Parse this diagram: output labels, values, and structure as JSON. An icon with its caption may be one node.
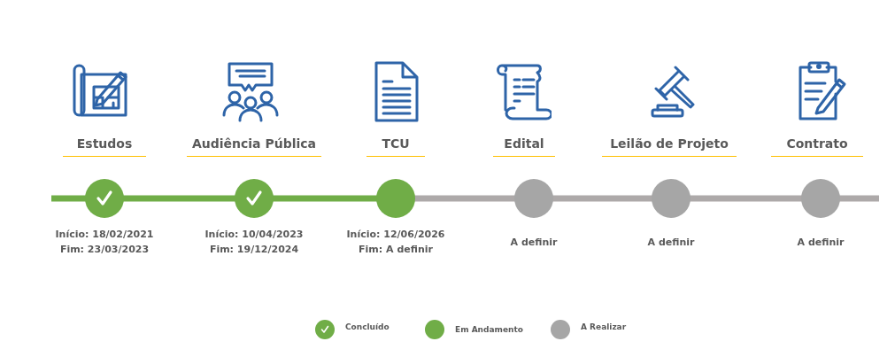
{
  "diagram": {
    "nodes": [
      {
        "text": [],
        "shape": "circle",
        "beside": [
          "Estudos",
          "Início: 18/02/2021",
          "Fim: 23/03/2023"
        ]
      },
      {
        "text": [],
        "shape": "circle",
        "beside": [
          "Audiência Pública",
          "Início: 10/04/2023",
          "Fim: 19/12/2024"
        ]
      },
      {
        "text": [],
        "shape": "circle",
        "beside": [
          "TCU",
          "Início: 12/06/2026",
          "Fim: A definir"
        ]
      },
      {
        "text": [],
        "shape": "circle",
        "beside": [
          "Edital",
          "A definir"
        ]
      },
      {
        "text": [],
        "shape": "circle",
        "beside": [
          "Leilão de Projeto",
          "A definir"
        ]
      },
      {
        "text": [],
        "shape": "circle",
        "beside": [
          "Contrato",
          "A definir"
        ]
      }
    ],
    "edges": [
      {
        "from": null,
        "to": 0,
        "arrow": "none",
        "color": "#70ad47"
      },
      {
        "from": 0,
        "to": 1,
        "arrow": "none",
        "color": "#70ad47"
      },
      {
        "from": 1,
        "to": 2,
        "arrow": "none",
        "color": "#70ad47"
      },
      {
        "from": 2,
        "to": 3,
        "arrow": "none"
      },
      {
        "from": 3,
        "to": 4,
        "arrow": "none"
      },
      {
        "from": 4,
        "to": 5,
        "arrow": "none"
      },
      {
        "from": 5,
        "to": null,
        "arrow": "none"
      }
    ],
    "legend": [
      {
        "text": "Concluído",
        "color": "#70ad47"
      },
      {
        "text": "Em Andamento",
        "color": "#70ad47"
      },
      {
        "text": "A Realizar",
        "color": "#a6a6a6"
      }
    ]
  }
}
